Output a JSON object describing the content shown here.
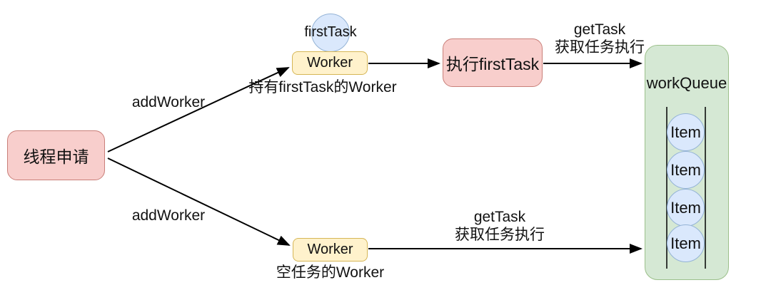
{
  "diagram": {
    "nodes": {
      "thread_request": {
        "label": "线程申请"
      },
      "first_task": {
        "label": "firstTask"
      },
      "worker_top": {
        "label": "Worker",
        "caption": "持有firstTask的Worker"
      },
      "exec_first_task": {
        "label": "执行firstTask"
      },
      "worker_bottom": {
        "label": "Worker",
        "caption": "空任务的Worker"
      },
      "work_queue": {
        "label": "workQueue",
        "items": [
          "Item",
          "Item",
          "Item",
          "Item"
        ]
      }
    },
    "edges": {
      "add_worker_top": {
        "label": "addWorker"
      },
      "add_worker_bottom": {
        "label": "addWorker"
      },
      "get_task_top": {
        "line1": "getTask",
        "line2": "获取任务执行"
      },
      "get_task_bottom": {
        "line1": "getTask",
        "line2": "获取任务执行"
      }
    },
    "colors": {
      "pink_fill": "#f8cecc",
      "pink_stroke": "#c97f79",
      "yellow_fill": "#fff2cc",
      "yellow_stroke": "#d6b656",
      "green_fill": "#d5e8d4",
      "green_stroke": "#9cc08b",
      "blue_fill": "#dae8fc",
      "blue_stroke": "#94b3d6",
      "arrow": "#000000",
      "background": "#ffffff"
    }
  }
}
